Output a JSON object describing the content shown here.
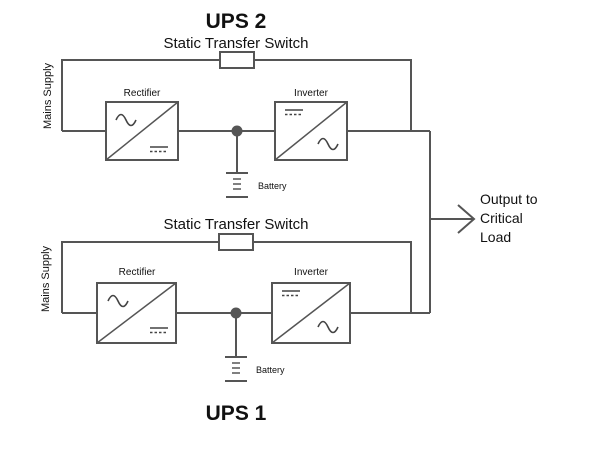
{
  "ups2": {
    "title": "UPS 2",
    "switch_label": "Static Transfer Switch",
    "mains_label": "Mains Supply",
    "rectifier_label": "Rectifier",
    "inverter_label": "Inverter",
    "battery_label": "Battery"
  },
  "ups1": {
    "title": "UPS 1",
    "switch_label": "Static Transfer Switch",
    "mains_label": "Mains Supply",
    "rectifier_label": "Rectifier",
    "inverter_label": "Inverter",
    "battery_label": "Battery"
  },
  "output": {
    "line1": "Output to",
    "line2": "Critical",
    "line3": "Load"
  }
}
